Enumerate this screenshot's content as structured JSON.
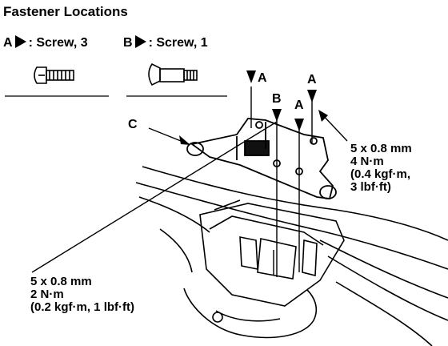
{
  "title": "Fastener Locations",
  "legend": {
    "a_letter": "A",
    "a_text": ": Screw, 3",
    "b_letter": "B",
    "b_text": ": Screw, 1"
  },
  "callouts": {
    "c": "C",
    "a1": "A",
    "a2": "A",
    "a3": "A",
    "b": "B"
  },
  "torque_right": {
    "line1": "5 x 0.8 mm",
    "line2": "4 N·m",
    "line3": "(0.4 kgf·m,",
    "line4": "3 lbf·ft)"
  },
  "torque_left": {
    "line1": "5 x 0.8 mm",
    "line2": "2 N·m",
    "line3": "(0.2 kgf·m, 1 lbf·ft)"
  }
}
